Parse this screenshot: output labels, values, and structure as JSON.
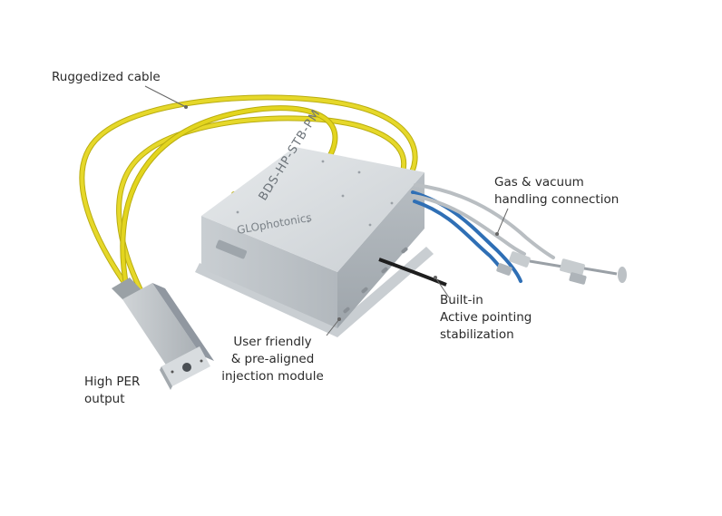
{
  "product": {
    "model_marking": "BDS-HP-STB-PM",
    "brand_marking": "GLOphotonics"
  },
  "callouts": {
    "cable": {
      "lines": [
        "Ruggedized cable"
      ]
    },
    "gas": {
      "lines": [
        "Gas & vacuum",
        "handling connection"
      ]
    },
    "pointing": {
      "lines": [
        "Built-in",
        "Active pointing",
        "stabilization"
      ]
    },
    "injection": {
      "lines": [
        "User friendly",
        "& pre-aligned",
        "injection module"
      ]
    },
    "output": {
      "lines": [
        "High PER",
        "output"
      ]
    }
  },
  "colors": {
    "cable": "#e3d51e",
    "housing_top": "#d9dde0",
    "housing_front": "#c4c9cd",
    "housing_side": "#aeb4b9",
    "blue_tube": "#2f6fb5",
    "gray_tube": "#b9bec2",
    "leader": "#666666"
  }
}
